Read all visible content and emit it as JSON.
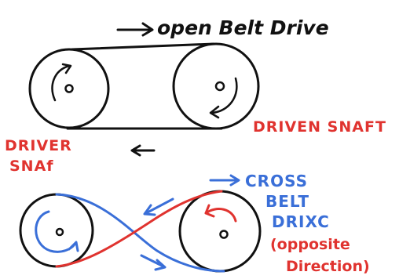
{
  "open_belt": {
    "title": "open Belt Drive",
    "driver_label_line1": "DRIVER",
    "driver_label_line2": "SNAf",
    "driven_label": "DRIVEN SNAFT"
  },
  "cross_belt": {
    "title_line1": "CROSS",
    "title_line2": "BELT",
    "title_line3": "DRIXC",
    "note_line1": "(opposite",
    "note_line2": "Direction)"
  },
  "colors": {
    "ink": "#111111",
    "red": "#e0332f",
    "blue": "#3a6fd8"
  }
}
